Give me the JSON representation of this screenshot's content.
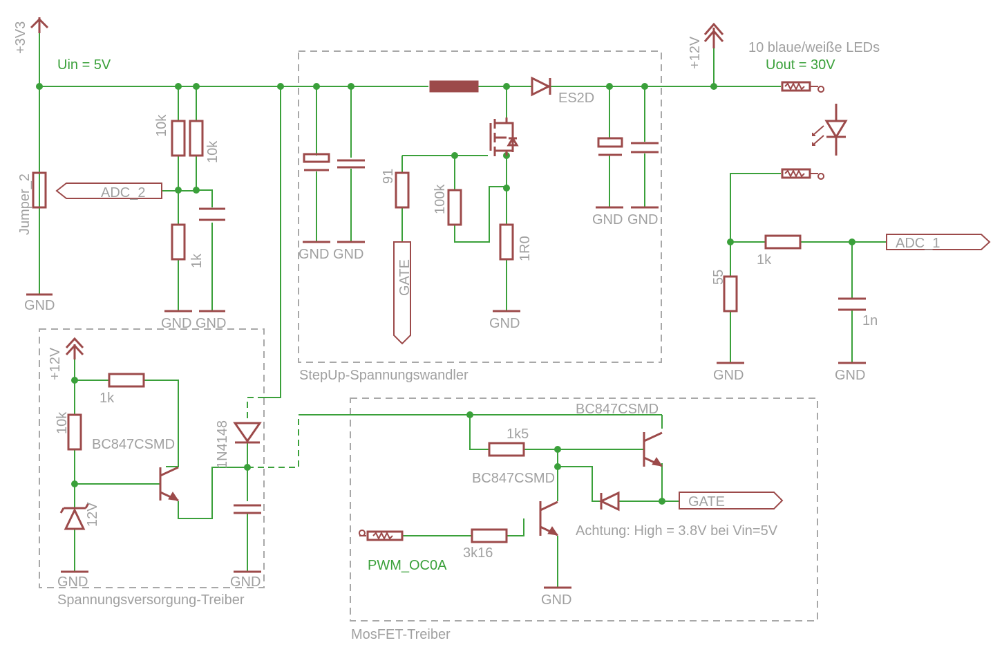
{
  "colors": {
    "wire": "#3aa03a",
    "component": "#9c4a4a",
    "label": "#a0a0a0",
    "box": "#a8a8a8"
  },
  "supply": {
    "v33": "+3V3",
    "v12_top": "+12V",
    "v12_driver": "+12V"
  },
  "notes": {
    "uin": "Uin = 5V",
    "uout": "Uout = 30V",
    "leds": "10 blaue/weiße LEDs",
    "warning": "Achtung: High = 3.8V bei Vin=5V"
  },
  "gnd": "GND",
  "components": {
    "jumper": "Jumper_2",
    "r10k_a": "10k",
    "r10k_b": "10k",
    "r1k_adc2": "1k",
    "r91": "91",
    "r100k": "100k",
    "r1r0": "1R0",
    "diode_es2d": "ES2D",
    "r55": "55",
    "r1k_adc1": "1k",
    "c1n": "1n",
    "r1k_drv": "1k",
    "r10k_drv": "10k",
    "zener": "12V",
    "q_drv": "BC847CSMD",
    "d_1n4148": "1N4148",
    "q_top": "BC847CSMD",
    "q_bot": "BC847CSMD",
    "r1k5": "1k5",
    "r3k16": "3k16"
  },
  "nets": {
    "adc2": "ADC_2",
    "adc1": "ADC_1",
    "gate": "GATE",
    "gate_port": "GATE",
    "pwm": "PWM_OC0A"
  },
  "blocks": {
    "stepup": "StepUp-Spannungswandler",
    "driver_supply": "Spannungsversorgung-Treiber",
    "mosfet_driver": "MosFET-Treiber"
  }
}
